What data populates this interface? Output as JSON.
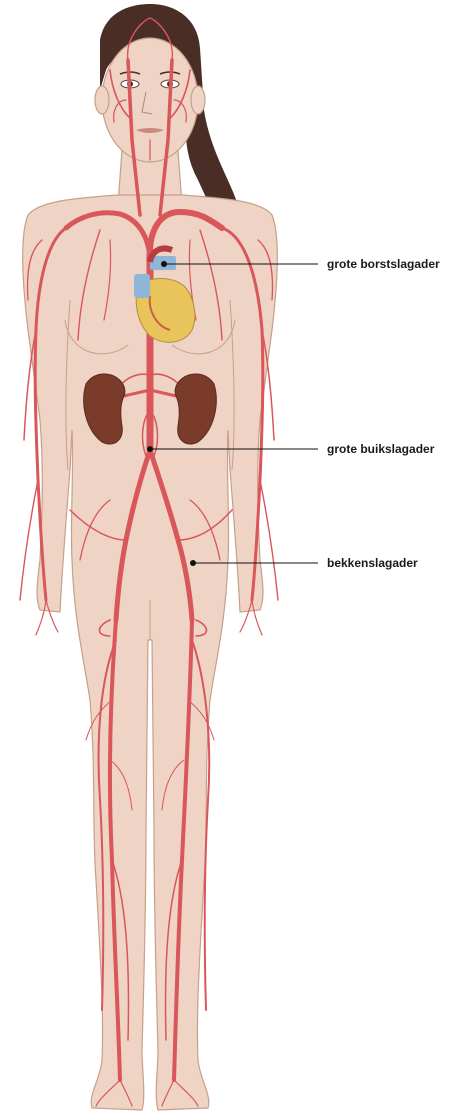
{
  "diagram": {
    "labels": {
      "thoracic_aorta": "grote borstslagader",
      "abdominal_aorta": "grote buikslagader",
      "iliac_artery": "bekkenslagader"
    },
    "colors": {
      "skin": "#efd3c4",
      "skin_outline": "#c79f8a",
      "artery": "#d9565a",
      "artery_dark": "#b83b40",
      "hair": "#4a2e26",
      "kidney": "#7a3b2a",
      "heart_fat": "#e8c45a",
      "heart_muscle": "#c9604a",
      "vein_blue": "#8fb6d6"
    }
  }
}
